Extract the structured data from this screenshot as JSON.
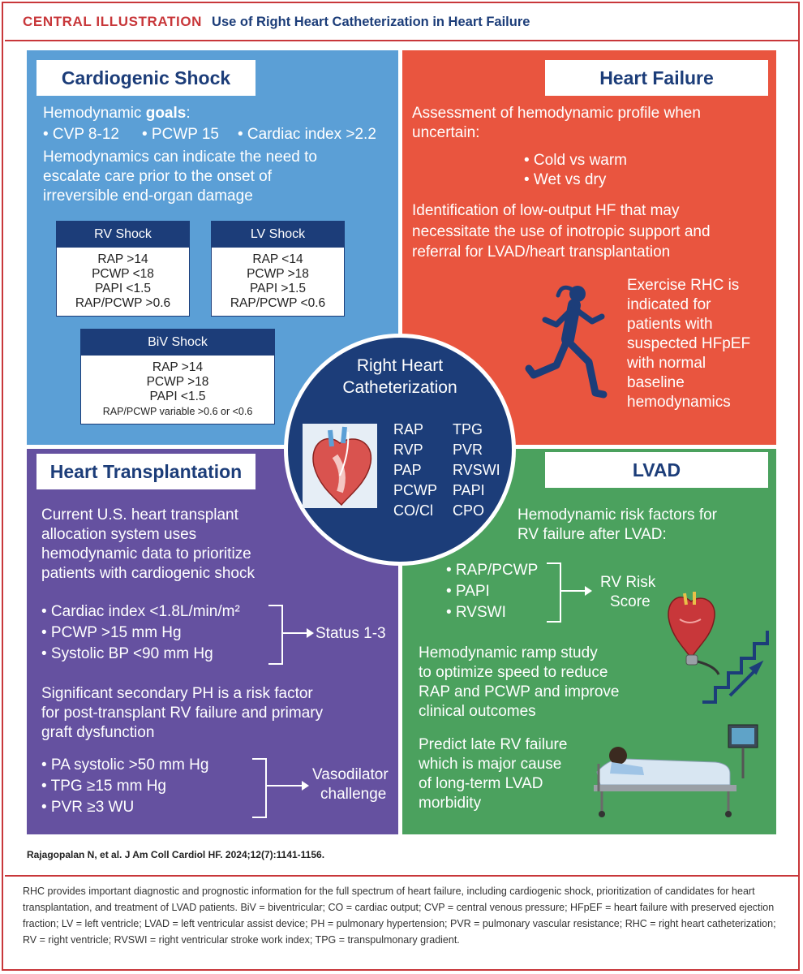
{
  "header": {
    "label": "CENTRAL ILLUSTRATION",
    "title": "Use of Right Heart Catheterization in Heart Failure"
  },
  "cardiogenic_shock": {
    "title": "Cardiogenic Shock",
    "goals_prefix": "Hemodynamic ",
    "goals_bold": "goals",
    "goals_suffix": ":",
    "goal_items": [
      "• CVP 8-12",
      "• PCWP 15",
      "• Cardiac index >2.2"
    ],
    "escalate": [
      "Hemodynamics can indicate the need to",
      "escalate care prior to the onset of",
      "irreversible end-organ damage"
    ],
    "rv": {
      "title": "RV Shock",
      "rows": [
        "RAP >14",
        "PCWP <18",
        "PAPI <1.5",
        "RAP/PCWP >0.6"
      ]
    },
    "lv": {
      "title": "LV Shock",
      "rows": [
        "RAP <14",
        "PCWP >18",
        "PAPI >1.5",
        "RAP/PCWP <0.6"
      ]
    },
    "biv": {
      "title": "BiV Shock",
      "rows": [
        "RAP >14",
        "PCWP >18",
        "PAPI <1.5",
        "RAP/PCWP variable >0.6 or <0.6"
      ]
    }
  },
  "heart_failure": {
    "title": "Heart Failure",
    "assess": [
      "Assessment of hemodynamic profile when",
      "uncertain:"
    ],
    "bullets": [
      "• Cold vs warm",
      "• Wet vs dry"
    ],
    "low_output": [
      "Identification of low-output HF that may",
      "necessitate the use of inotropic support and",
      "referral for LVAD/heart transplantation"
    ],
    "exercise": [
      "Exercise RHC is",
      "indicated for",
      "patients with",
      "suspected HFpEF",
      "with normal",
      "baseline",
      "hemodynamics"
    ]
  },
  "center": {
    "title": [
      "Right Heart",
      "Catheterization"
    ],
    "col1": [
      "RAP",
      "RVP",
      "PAP",
      "PCWP",
      "CO/Cl"
    ],
    "col2": [
      "TPG",
      "PVR",
      "RVSWI",
      "PAPI",
      "CPO"
    ]
  },
  "heart_transplantation": {
    "title": "Heart Transplantation",
    "intro": [
      "Current U.S. heart transplant",
      "allocation system uses",
      "hemodynamic data to prioritize",
      "patients with cardiogenic shock"
    ],
    "status_items": [
      "• Cardiac index <1.8L/min/m²",
      "• PCWP >15 mm Hg",
      "• Systolic BP <90 mm Hg"
    ],
    "status_label": "Status 1-3",
    "ph": [
      "Significant secondary PH is a risk factor",
      "for post-transplant RV failure and primary",
      "graft dysfunction"
    ],
    "vaso_items": [
      "• PA systolic >50 mm Hg",
      "• TPG ≥15 mm Hg",
      "• PVR  ≥3 WU"
    ],
    "vaso_label": [
      "Vasodilator",
      "challenge"
    ]
  },
  "lvad": {
    "title": "LVAD",
    "risk": [
      "Hemodynamic risk factors for",
      "RV failure after LVAD:"
    ],
    "risk_items": [
      "• RAP/PCWP",
      "• PAPI",
      "• RVSWI"
    ],
    "score_label": [
      "RV Risk",
      "Score"
    ],
    "ramp": [
      "Hemodynamic ramp study",
      "to optimize speed to reduce",
      "RAP and PCWP and improve",
      "clinical outcomes"
    ],
    "predict": [
      "Predict late RV failure",
      "which is major cause",
      "of long-term LVAD",
      "morbidity"
    ]
  },
  "citation": "Rajagopalan N, et al. J Am Coll Cardiol HF. 2024;12(7):1141-1156.",
  "caption": "RHC provides important diagnostic and prognostic information for the full spectrum of heart failure, including cardiogenic shock, prioritization of candidates for heart transplantation, and treatment of LVAD patients. BiV = biventricular; CO = cardiac output; CVP = central venous pressure; HFpEF = heart failure with preserved ejection fraction; LV = left ventricle; LVAD = left ventricular assist device; PH = pulmonary hypertension; PVR = pulmonary vascular resistance; RHC = right heart catheterization; RV = right ventricle; RVSWI = right ventricular stroke work index; TPG = transpulmonary gradient.",
  "colors": {
    "accent": "#c8373a",
    "navy": "#1c3d79",
    "shock_blue": "#5b9fd6",
    "hf_red": "#e9553f",
    "ht_purple": "#6551a0",
    "lvad_green": "#4ba15e"
  }
}
